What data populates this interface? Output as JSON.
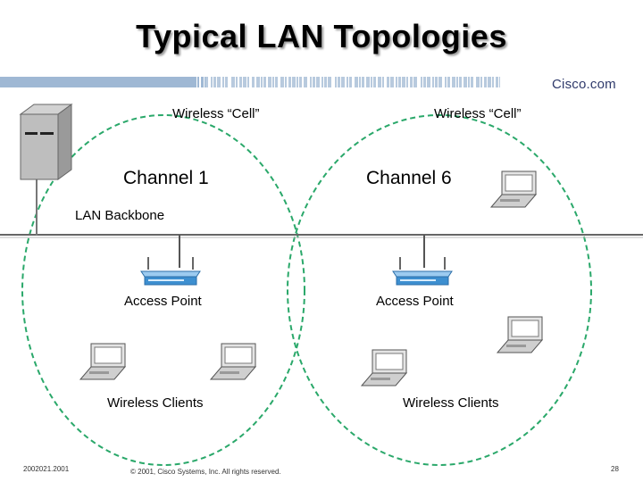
{
  "slide": {
    "title": "Typical LAN Topologies",
    "brand": "Cisco.com",
    "footer_left": "2002021.2001",
    "footer_center": "© 2001, Cisco Systems, Inc. All rights reserved.",
    "footer_right": "28"
  },
  "diagram": {
    "backbone_label": "LAN Backbone",
    "cells": [
      {
        "cell_label": "Wireless “Cell”",
        "channel": "Channel 1",
        "ap_label": "Access Point",
        "clients_label": "Wireless Clients"
      },
      {
        "cell_label": "Wireless “Cell”",
        "channel": "Channel 6",
        "ap_label": "Access Point",
        "clients_label": "Wireless Clients"
      }
    ]
  },
  "colors": {
    "banner_blue": "#9fb8d4",
    "cell_border": "#2aa86a",
    "ap_blue": "#3d8fd0",
    "backbone": "#888888"
  }
}
